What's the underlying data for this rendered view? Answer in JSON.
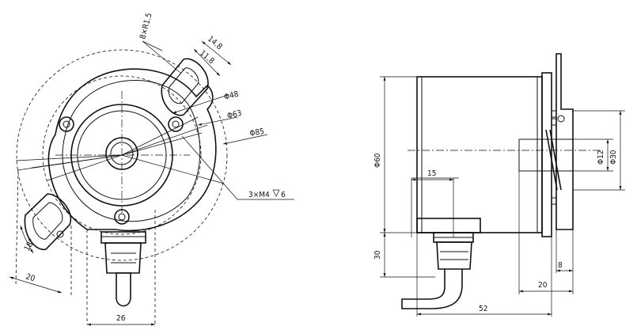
{
  "front_view": {
    "dims": {
      "slot_radius": "8×R1.5",
      "width_outer": "14.8",
      "width_inner": "11.8",
      "dia_48": "Φ48",
      "dia_63": "Φ63",
      "dia_85": "Φ85",
      "thread": "3×M4",
      "thread_depth": "6",
      "angle": "18°",
      "ear_offset": "20",
      "connector_width": "26"
    }
  },
  "side_view": {
    "dims": {
      "body_dia": "Φ60",
      "cable_pos": "15",
      "bore_dia": "Φ12",
      "boss_dia": "Φ30",
      "connector_height": "30",
      "flange_thk": "8",
      "shaft_len": "20",
      "total_len": "52"
    }
  },
  "icons": [
    "thread-depth-icon",
    "diameter-symbol-icon"
  ]
}
